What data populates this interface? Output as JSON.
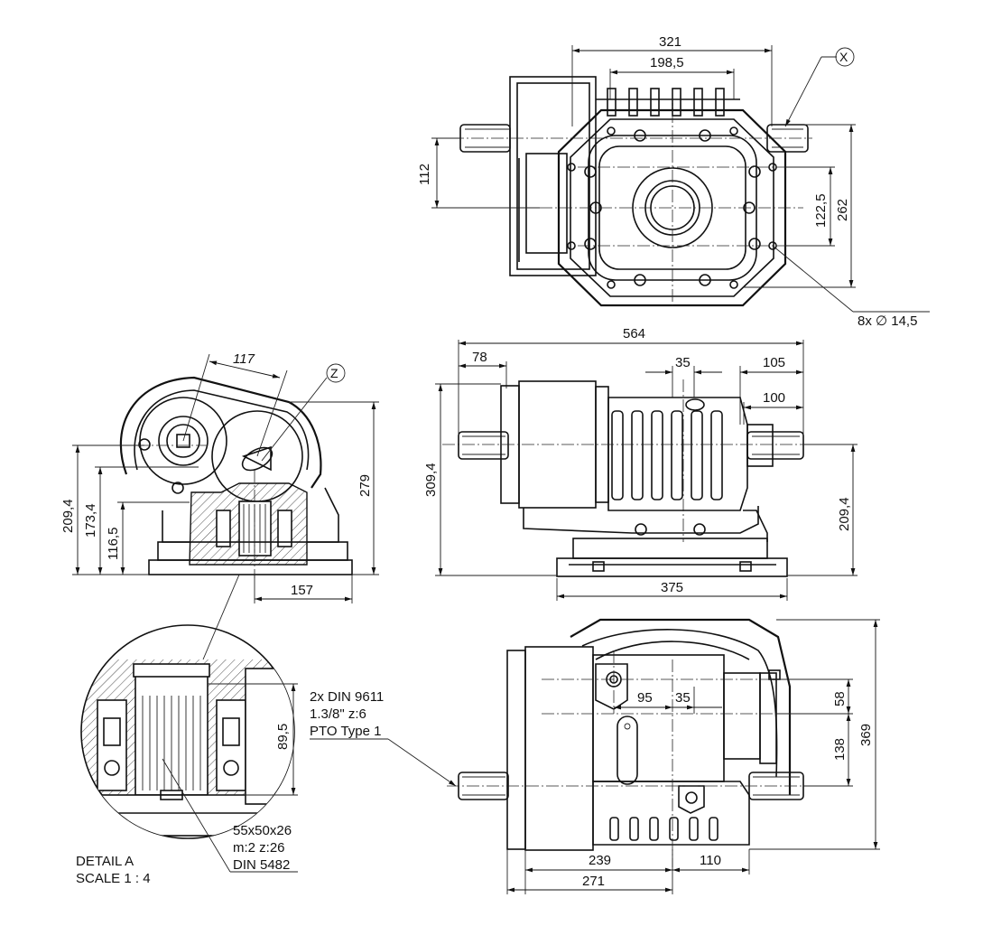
{
  "top_view": {
    "width_overall": "321",
    "width_inner": "198,5",
    "height_offset": "112",
    "pitch_vertical": "122,5",
    "height_overall": "262",
    "hole_note": "8x ∅ 14,5",
    "label_x": "X"
  },
  "side_view": {
    "length_overall": "564",
    "len_left": "78",
    "len_35": "35",
    "len_105": "105",
    "len_100": "100",
    "height_left": "309,4",
    "height_right": "209,4",
    "base_width": "375"
  },
  "section_view": {
    "angle_117": "117",
    "label_z": "Z",
    "h_279": "279",
    "h_209": "209,4",
    "h_173": "173,4",
    "h_116": "116,5",
    "w_157": "157"
  },
  "detail": {
    "h_89": "89,5",
    "spline_line1": "55x50x26",
    "spline_line2": "m:2 z:26",
    "spline_line3": "DIN 5482",
    "title_line1": "DETAIL A",
    "title_line2": "SCALE 1 : 4",
    "pto_line1": "2x DIN 9611",
    "pto_line2": "1.3/8\" z:6",
    "pto_line3": "PTO Type 1"
  },
  "bottom_view": {
    "d_95": "95",
    "d_35": "35",
    "d_58": "58",
    "d_138": "138",
    "d_369": "369",
    "d_239": "239",
    "d_110": "110",
    "d_271": "271"
  }
}
